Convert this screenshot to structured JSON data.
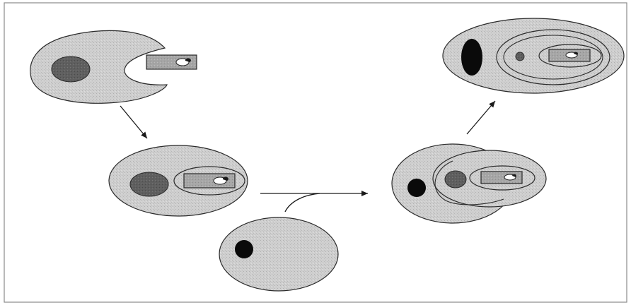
{
  "diagram": {
    "description_labels": [],
    "colors": {
      "background": "#ffffff",
      "frame": "#8a8a8a",
      "cell_fill": "#cfcfcf",
      "cell_stipple": "#b5b5b5",
      "outline": "#2a2a2a",
      "nucleus_dark": "#5f5f5f",
      "nucleus_black": "#0a0a0a",
      "organism_fill": "#9a9a9a",
      "arrow": "#1a1a1a"
    },
    "stages": [
      {
        "name": "engulfment",
        "icons": [
          "host-cell",
          "host-nucleus",
          "bacterium"
        ]
      },
      {
        "name": "phagosome",
        "icons": [
          "host-cell",
          "host-nucleus",
          "phagosome-vacuole",
          "bacterium"
        ]
      },
      {
        "name": "second-host",
        "icons": [
          "second-cell",
          "second-nucleus"
        ]
      },
      {
        "name": "secondary-engulfment",
        "icons": [
          "second-cell",
          "second-nucleus",
          "first-cell",
          "first-nucleus",
          "vacuole",
          "bacterium"
        ]
      },
      {
        "name": "nested-vacuoles",
        "icons": [
          "second-cell",
          "second-nucleus",
          "outer-membrane",
          "inner-membrane",
          "vacuole",
          "remnant-nucleus",
          "bacterium"
        ]
      }
    ]
  }
}
